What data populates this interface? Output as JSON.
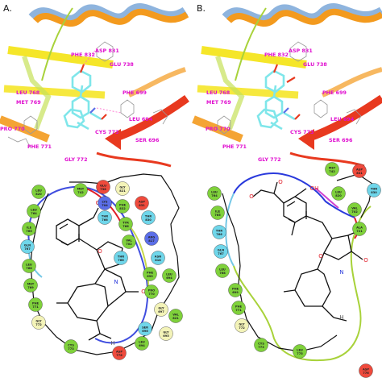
{
  "panels": [
    {
      "letter": "A.",
      "residue_labels": [
        "PHE 832",
        "ASP 831",
        "GLU 738",
        "LEU 768",
        "MET 769",
        "PHE 699",
        "LEU 694",
        "PRO 770",
        "CYS 773",
        "PHE 771",
        "GLY 772",
        "SER 696"
      ],
      "nodes": [
        {
          "name": "LEU 820",
          "type": "hydrophobic"
        },
        {
          "name": "MET 742",
          "type": "hydrophobic"
        },
        {
          "name": "GLU 738",
          "type": "negative"
        },
        {
          "name": "GLY 821",
          "type": "glycine"
        },
        {
          "name": "LEU 764",
          "type": "hydrophobic"
        },
        {
          "name": "LYS 704",
          "type": "positive"
        },
        {
          "name": "PHE 832",
          "type": "hydrophobic"
        },
        {
          "name": "ASP 831",
          "type": "negative"
        },
        {
          "name": "THR 766",
          "type": "polar"
        },
        {
          "name": "TYR 766",
          "type": "hydrophobic"
        },
        {
          "name": "THR 830",
          "type": "polar"
        },
        {
          "name": "ILE 765",
          "type": "hydrophobic"
        },
        {
          "name": "VAL 702",
          "type": "hydrophobic"
        },
        {
          "name": "ARG 817",
          "type": "positive"
        },
        {
          "name": "GLN 767",
          "type": "polar"
        },
        {
          "name": "THR 766",
          "type": "polar"
        },
        {
          "name": "ASN 818",
          "type": "polar"
        },
        {
          "name": "LEU 768",
          "type": "hydrophobic"
        },
        {
          "name": "PHE 699",
          "type": "hydrophobic"
        },
        {
          "name": "LEU 694",
          "type": "hydrophobic"
        },
        {
          "name": "MET 769",
          "type": "hydrophobic"
        },
        {
          "name": "PRO 770",
          "type": "hydrophobic"
        },
        {
          "name": "GLY 697",
          "type": "glycine"
        },
        {
          "name": "VAL 821",
          "type": "hydrophobic"
        },
        {
          "name": "PHE 771",
          "type": "hydrophobic"
        },
        {
          "name": "SER 696",
          "type": "polar"
        },
        {
          "name": "GLY 772",
          "type": "glycine"
        },
        {
          "name": "CYS 773",
          "type": "hydrophobic"
        },
        {
          "name": "ASP 776",
          "type": "negative"
        },
        {
          "name": "LEU 694",
          "type": "hydrophobic"
        },
        {
          "name": "GLY 695",
          "type": "glycine"
        }
      ],
      "atoms": [
        "OH",
        "O",
        "N",
        "O",
        "H"
      ]
    },
    {
      "letter": "B.",
      "residue_labels": [
        "PHE 832",
        "ASP 831",
        "GLU 738",
        "LEU 768",
        "MET 769",
        "PHE 699",
        "LEU 694",
        "PRO 770",
        "CYS 773",
        "PHE 771",
        "GLY 772",
        "SER 696"
      ],
      "nodes": [
        {
          "name": "MET 742",
          "type": "hydrophobic"
        },
        {
          "name": "ASP 831",
          "type": "negative"
        },
        {
          "name": "THR 830",
          "type": "polar"
        },
        {
          "name": "LEU 820",
          "type": "hydrophobic"
        },
        {
          "name": "LEU 764",
          "type": "hydrophobic"
        },
        {
          "name": "VAL 702",
          "type": "hydrophobic"
        },
        {
          "name": "ILE 765",
          "type": "hydrophobic"
        },
        {
          "name": "ALA 721",
          "type": "hydrophobic"
        },
        {
          "name": "THR 766",
          "type": "polar"
        },
        {
          "name": "GLN 767",
          "type": "polar"
        },
        {
          "name": "LEU 768",
          "type": "hydrophobic"
        },
        {
          "name": "PHE 699",
          "type": "hydrophobic"
        },
        {
          "name": "PHE 771",
          "type": "hydrophobic"
        },
        {
          "name": "GLY 772",
          "type": "glycine"
        },
        {
          "name": "CYS 773",
          "type": "hydrophobic"
        },
        {
          "name": "LEU 775",
          "type": "hydrophobic"
        },
        {
          "name": "ASP 776",
          "type": "negative"
        }
      ],
      "atoms": [
        "O",
        "O",
        "OH",
        "O",
        "O",
        "N",
        "H"
      ]
    }
  ],
  "colors": {
    "hydrophobic": "#7fd13b",
    "polar": "#6fd6ea",
    "negative": "#ef4a3c",
    "positive": "#5b6ee8",
    "glycine": "#f3f3b8",
    "label": "#e010d0",
    "helix_orange": "#f39a1e",
    "helix_blue": "#7aa7d8",
    "strand_yellow": "#f5e629",
    "strand_red": "#e8391f",
    "ligand": "#7fe6ea"
  }
}
